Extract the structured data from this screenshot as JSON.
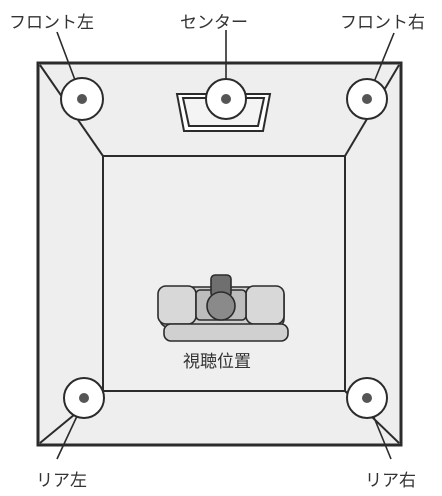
{
  "labels": {
    "front_left": "フロント左",
    "center": "センター",
    "front_right": "フロント右",
    "listening_position": "視聴位置",
    "rear_left": "リア左",
    "rear_right": "リア右"
  },
  "colors": {
    "line": "#2b2b2b",
    "room_fill": "#eeeeee",
    "speaker_fill": "#ffffff",
    "seat_fill": "#c9c9c9",
    "seat_dark": "#8a8a8a"
  }
}
